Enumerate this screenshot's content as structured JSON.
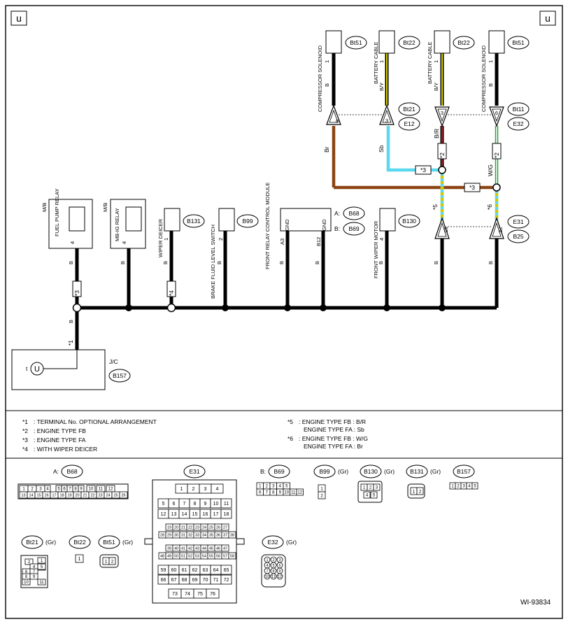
{
  "corner_left": "u",
  "corner_right": "u",
  "doc_id": "WI-93834",
  "top_parts": [
    {
      "name": "COMPRESSOR SOLENOID",
      "color": "B",
      "pin": "1",
      "conn": "Bt51"
    },
    {
      "name": "BATTERY CABLE",
      "color": "B/Y",
      "pin": "1",
      "conn": "Bt22"
    },
    {
      "name": "BATTERY CABLE",
      "color": "B/Y",
      "pin": "1",
      "conn": "Bt22"
    },
    {
      "name": "COMPRESSOR SOLENOID",
      "color": "B",
      "pin": "1",
      "conn": "Bt51"
    }
  ],
  "mid_connectors": [
    {
      "conn_a": "Bt21",
      "conn_b": "E12",
      "pin_left": "6",
      "pin_right": "3"
    },
    {
      "conn_a": "Bt11",
      "conn_b": "E32",
      "pin_left": "3",
      "pin_right": "6"
    }
  ],
  "wire_colors": {
    "br": "Br",
    "sb": "Sb",
    "br_r": "B/R",
    "w_g": "W/G"
  },
  "star_marks": {
    "s1": "*1",
    "s2": "*2",
    "s3": "*3",
    "s4": "*4",
    "s5": "*5",
    "s6": "*6"
  },
  "lower_connectors": {
    "conn_a": "E31",
    "conn_b": "B25",
    "pin_left": "65",
    "pin_right": "72"
  },
  "ground_parts": [
    {
      "label": "M/B",
      "name": "FUEL PUMP RELAY",
      "pin": "4",
      "color": "B"
    },
    {
      "label": "M/B",
      "name": "MB-IG RELAY",
      "pin": "4",
      "color": "B"
    },
    {
      "name": "WIPER DEICER",
      "pin": "1",
      "color": "B",
      "conn": "B131"
    },
    {
      "name": "BRAKE FLUID LEVEL SWITCH",
      "pin": "2",
      "color": "B",
      "conn": "B99"
    },
    {
      "name": "FRONT RELAY CONTROL MODULE",
      "pin_a": "A3",
      "pin_b": "B12",
      "gnd": "GND",
      "color": "B",
      "conn_a": "B68",
      "conn_b": "B69",
      "prefix_a": "A:",
      "prefix_b": "B:"
    },
    {
      "name": "FRONT WIPER MOTOR",
      "pin": "4",
      "color": "B",
      "conn": "B130"
    }
  ],
  "b_wire_label": "B",
  "jc": {
    "label": "J/C",
    "conn": "B157",
    "t": "t"
  },
  "notes_left": [
    {
      "mark": "*1",
      "text": ": TERMINAL No. OPTIONAL ARRANGEMENT"
    },
    {
      "mark": "*2",
      "text": ": ENGINE TYPE FB"
    },
    {
      "mark": "*3",
      "text": ": ENGINE TYPE FA"
    },
    {
      "mark": "*4",
      "text": ": WITH WIPER DEICER"
    }
  ],
  "notes_right": [
    {
      "mark": "*5",
      "line1": ": ENGINE TYPE FB  : B/R",
      "line2": "ENGINE TYPE FA  : Sb"
    },
    {
      "mark": "*6",
      "line1": ": ENGINE TYPE FB  : W/G",
      "line2": "ENGINE TYPE FA  : Br"
    }
  ],
  "views": {
    "b68_prefix": "A:",
    "b68": "B68",
    "b68_row1": [
      "1",
      "2",
      "3",
      "4",
      "5",
      "6",
      "7",
      "8",
      "9",
      "10",
      "11",
      "12"
    ],
    "b68_row2": [
      "13",
      "14",
      "15",
      "16",
      "17",
      "18",
      "19",
      "20",
      "21",
      "22",
      "23",
      "24",
      "25",
      "26"
    ],
    "e31": "E31",
    "e31_rows": [
      [
        "1",
        "2",
        "3",
        "4"
      ],
      [
        "5",
        "6",
        "7",
        "8",
        "9",
        "10",
        "11"
      ],
      [
        "12",
        "13",
        "14",
        "15",
        "16",
        "17",
        "18"
      ],
      [
        "19",
        "20",
        "21",
        "22",
        "23",
        "24",
        "25",
        "26",
        "27"
      ],
      [
        "28",
        "29",
        "30",
        "31",
        "32",
        "33",
        "34",
        "35",
        "36",
        "37",
        "38"
      ],
      [
        "39",
        "40",
        "41",
        "42",
        "43",
        "44",
        "45",
        "46",
        "47"
      ],
      [
        "48",
        "49",
        "50",
        "51",
        "52",
        "53",
        "54",
        "55",
        "56",
        "57",
        "58"
      ],
      [
        "59",
        "60",
        "61",
        "62",
        "63",
        "64",
        "65"
      ],
      [
        "66",
        "67",
        "68",
        "69",
        "70",
        "71",
        "72"
      ],
      [
        "73",
        "74",
        "75",
        "76"
      ]
    ],
    "b69_prefix": "B:",
    "b69": "B69",
    "b69_row1": [
      "1",
      "2",
      "3",
      "4",
      "5"
    ],
    "b69_row2": [
      "6",
      "7",
      "8",
      "9",
      "10",
      "11",
      "12"
    ],
    "b99": "B99",
    "b99_color": "(Gr)",
    "b99_pins": [
      "1",
      "2"
    ],
    "b130": "B130",
    "b130_color": "(Gr)",
    "b130_pins": [
      "1",
      "2",
      "3",
      "4",
      "5"
    ],
    "b131": "B131",
    "b131_color": "(Gr)",
    "b131_pins": [
      "1",
      "2"
    ],
    "b157": "B157",
    "b157_pins": [
      "1",
      "2",
      "3",
      "4",
      "5"
    ],
    "bt21": "Bt21",
    "bt21_color": "(Gr)",
    "bt21_pins": [
      "1",
      "2",
      "3",
      "4",
      "5",
      "6",
      "7",
      "8",
      "9",
      "10",
      "11"
    ],
    "bt22": "Bt22",
    "bt22_pins": [
      "1"
    ],
    "bt51": "Bt51",
    "bt51_color": "(Gr)",
    "bt51_pins": [
      "1",
      "2"
    ],
    "e32": "E32",
    "e32_color": "(Gr)",
    "e32_pins": [
      "1",
      "2",
      "3",
      "4",
      "5",
      "6",
      "7",
      "8",
      "9",
      "10",
      "11",
      "12"
    ]
  }
}
